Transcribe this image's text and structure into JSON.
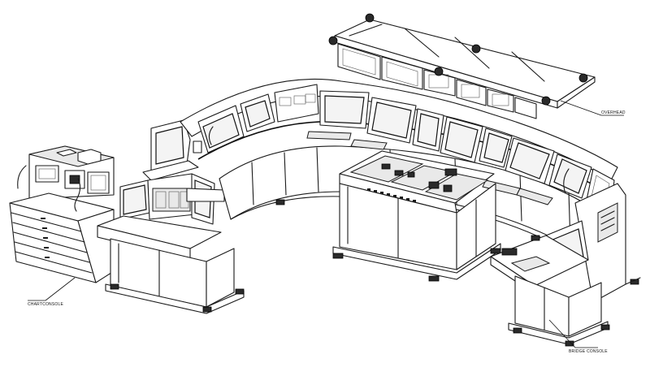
{
  "labels": {
    "overhead": "OVERHEAD",
    "chart_desk": "CHARTCONSOLE",
    "bridge_console": "BRIDGE CONSOLE"
  }
}
